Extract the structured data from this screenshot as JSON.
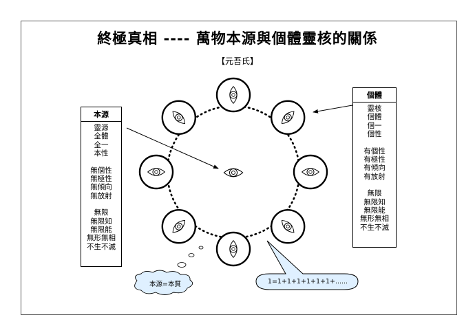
{
  "title": "終極真相 ---- 萬物本源與個體靈核的關係",
  "author": "【元吾氏】",
  "left_box": {
    "header": "本源",
    "groups": [
      [
        "靈源",
        "全體",
        "全一",
        "本性"
      ],
      [
        "無個性",
        "無極性",
        "無傾向",
        "無放射"
      ],
      [
        "無限",
        "無限知",
        "無限能",
        "無形無相",
        "不生不滅"
      ]
    ]
  },
  "right_box": {
    "header": "個體",
    "groups": [
      [
        "靈核",
        "個體",
        "個一",
        "個性"
      ],
      [
        "有個性",
        "有極性",
        "有傾向",
        "有放射"
      ],
      [
        "無限",
        "無限知",
        "無限能",
        "無形無相",
        "不生不滅"
      ]
    ]
  },
  "cloud_label": "本源=本質",
  "speech_label": "1=1+1+1+1+1+1+......",
  "icons": [
    "eye-icon",
    "arrow-icon",
    "thought-cloud-icon",
    "speech-bubble-icon"
  ]
}
